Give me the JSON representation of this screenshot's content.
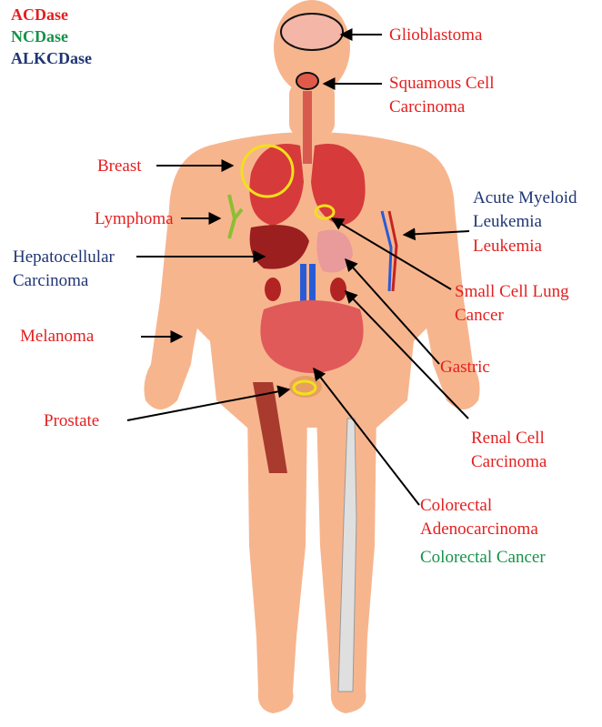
{
  "legend": {
    "acdase": "ACDase",
    "ncdase": "NCDase",
    "alkcdase": "ALKCDase"
  },
  "colors": {
    "acdase": "#e41f1f",
    "ncdase": "#17924a",
    "alkcdase": "#1f3574",
    "skin": "#f7b58e",
    "organ": "#d63a3a",
    "marker_yellow": "#f2e01c",
    "marker_black": "#111111"
  },
  "labels": {
    "glioblastoma": "Glioblastoma",
    "squamous_1": "Squamous Cell",
    "squamous_2": "Carcinoma",
    "breast": "Breast",
    "lymphoma": "Lymphoma",
    "hepato_1": "Hepatocellular",
    "hepato_2": "Carcinoma",
    "aml_1": "Acute Myeloid",
    "aml_2": "Leukemia",
    "leukemia": "Leukemia",
    "sclc_1": "Small Cell Lung",
    "sclc_2": "Cancer",
    "melanoma": "Melanoma",
    "gastric": "Gastric",
    "prostate": "Prostate",
    "renal_1": "Renal Cell",
    "renal_2": "Carcinoma",
    "colorectal_1": "Colorectal",
    "colorectal_2": "Adenocarcinoma",
    "colorectal_cancer": "Colorectal Cancer"
  }
}
